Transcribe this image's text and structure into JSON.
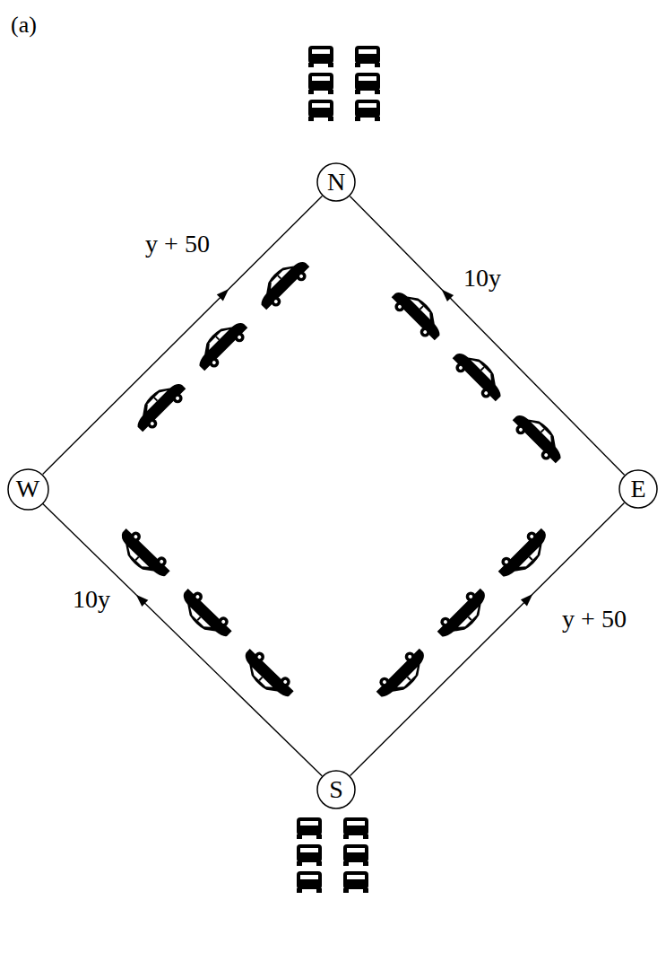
{
  "diagram": {
    "nodes": [
      {
        "text": [
          "N"
        ]
      },
      {
        "text": [
          "W"
        ]
      },
      {
        "text": [
          "E"
        ]
      },
      {
        "text": [
          "S"
        ]
      }
    ],
    "edges": [
      {
        "from": 1,
        "to": 0,
        "arrow": "to",
        "label": "y + 50"
      },
      {
        "from": 2,
        "to": 0,
        "arrow": "to",
        "label": "10y"
      },
      {
        "from": 3,
        "to": 1,
        "arrow": "to",
        "label": "10y"
      },
      {
        "from": 3,
        "to": 2,
        "arrow": "to",
        "label": "y + 50"
      }
    ],
    "labels": [
      "(a)"
    ]
  }
}
